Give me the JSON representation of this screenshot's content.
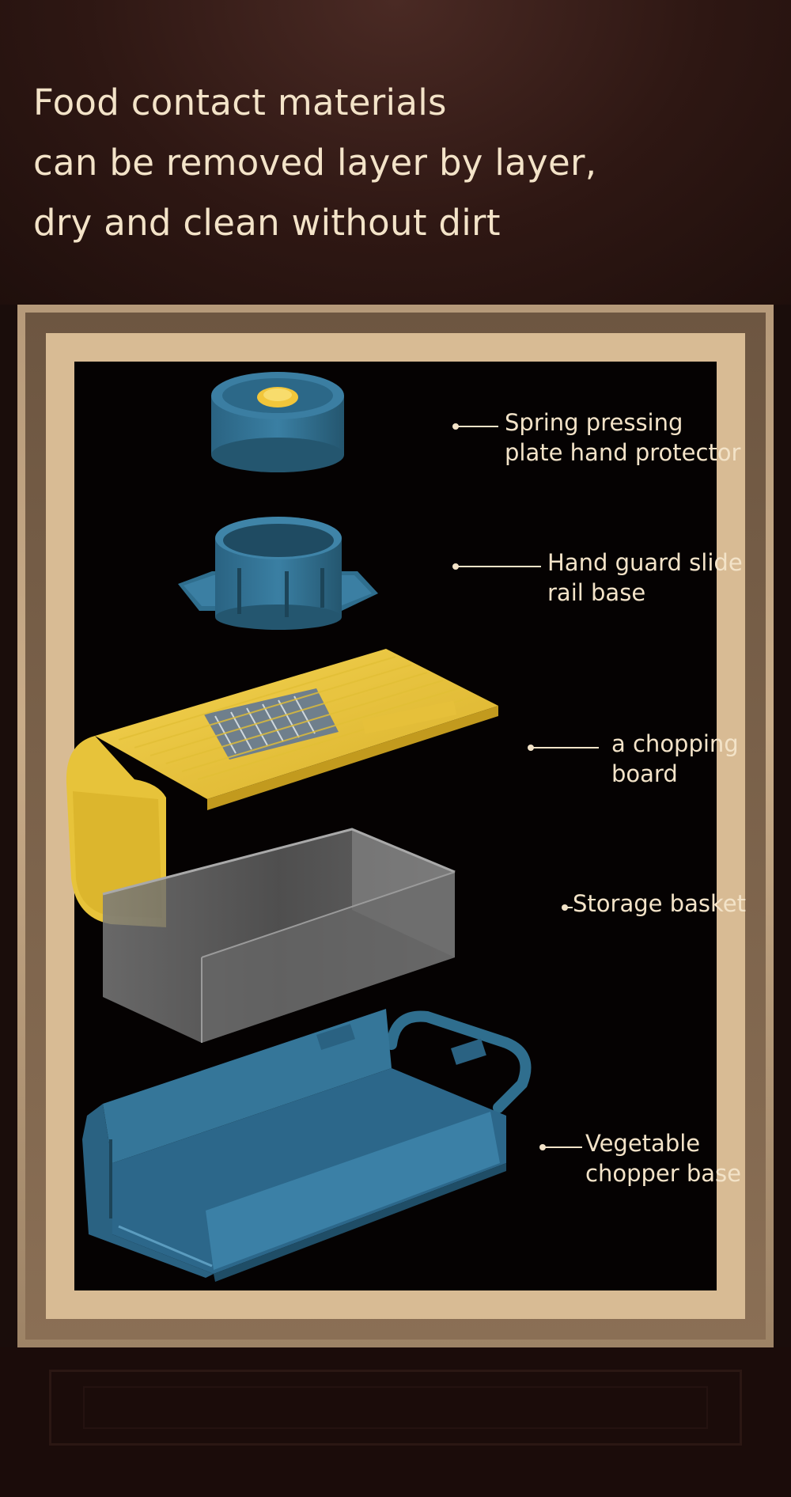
{
  "headline": {
    "line1": "Food contact materials",
    "line2": "can be removed layer by layer,",
    "line3": "dry and clean without dirt"
  },
  "callouts": [
    {
      "line1": "Spring pressing",
      "line2": "plate hand protector"
    },
    {
      "line1": "Hand guard slide",
      "line2": "rail base"
    },
    {
      "line1": "a chopping",
      "line2": "board"
    },
    {
      "line1": "Storage basket",
      "line2": ""
    },
    {
      "line1": "Vegetable",
      "line2": "chopper base"
    }
  ],
  "colors": {
    "text": "#f3e3c8",
    "blue_part": "#2f6e8e",
    "yellow_part": "#f1cc3c",
    "grey_basket": "#6e6e6e"
  },
  "parts": [
    "spring-pressing-plate-hand-protector",
    "hand-guard-slide-rail-base",
    "chopping-board",
    "storage-basket",
    "vegetable-chopper-base"
  ]
}
